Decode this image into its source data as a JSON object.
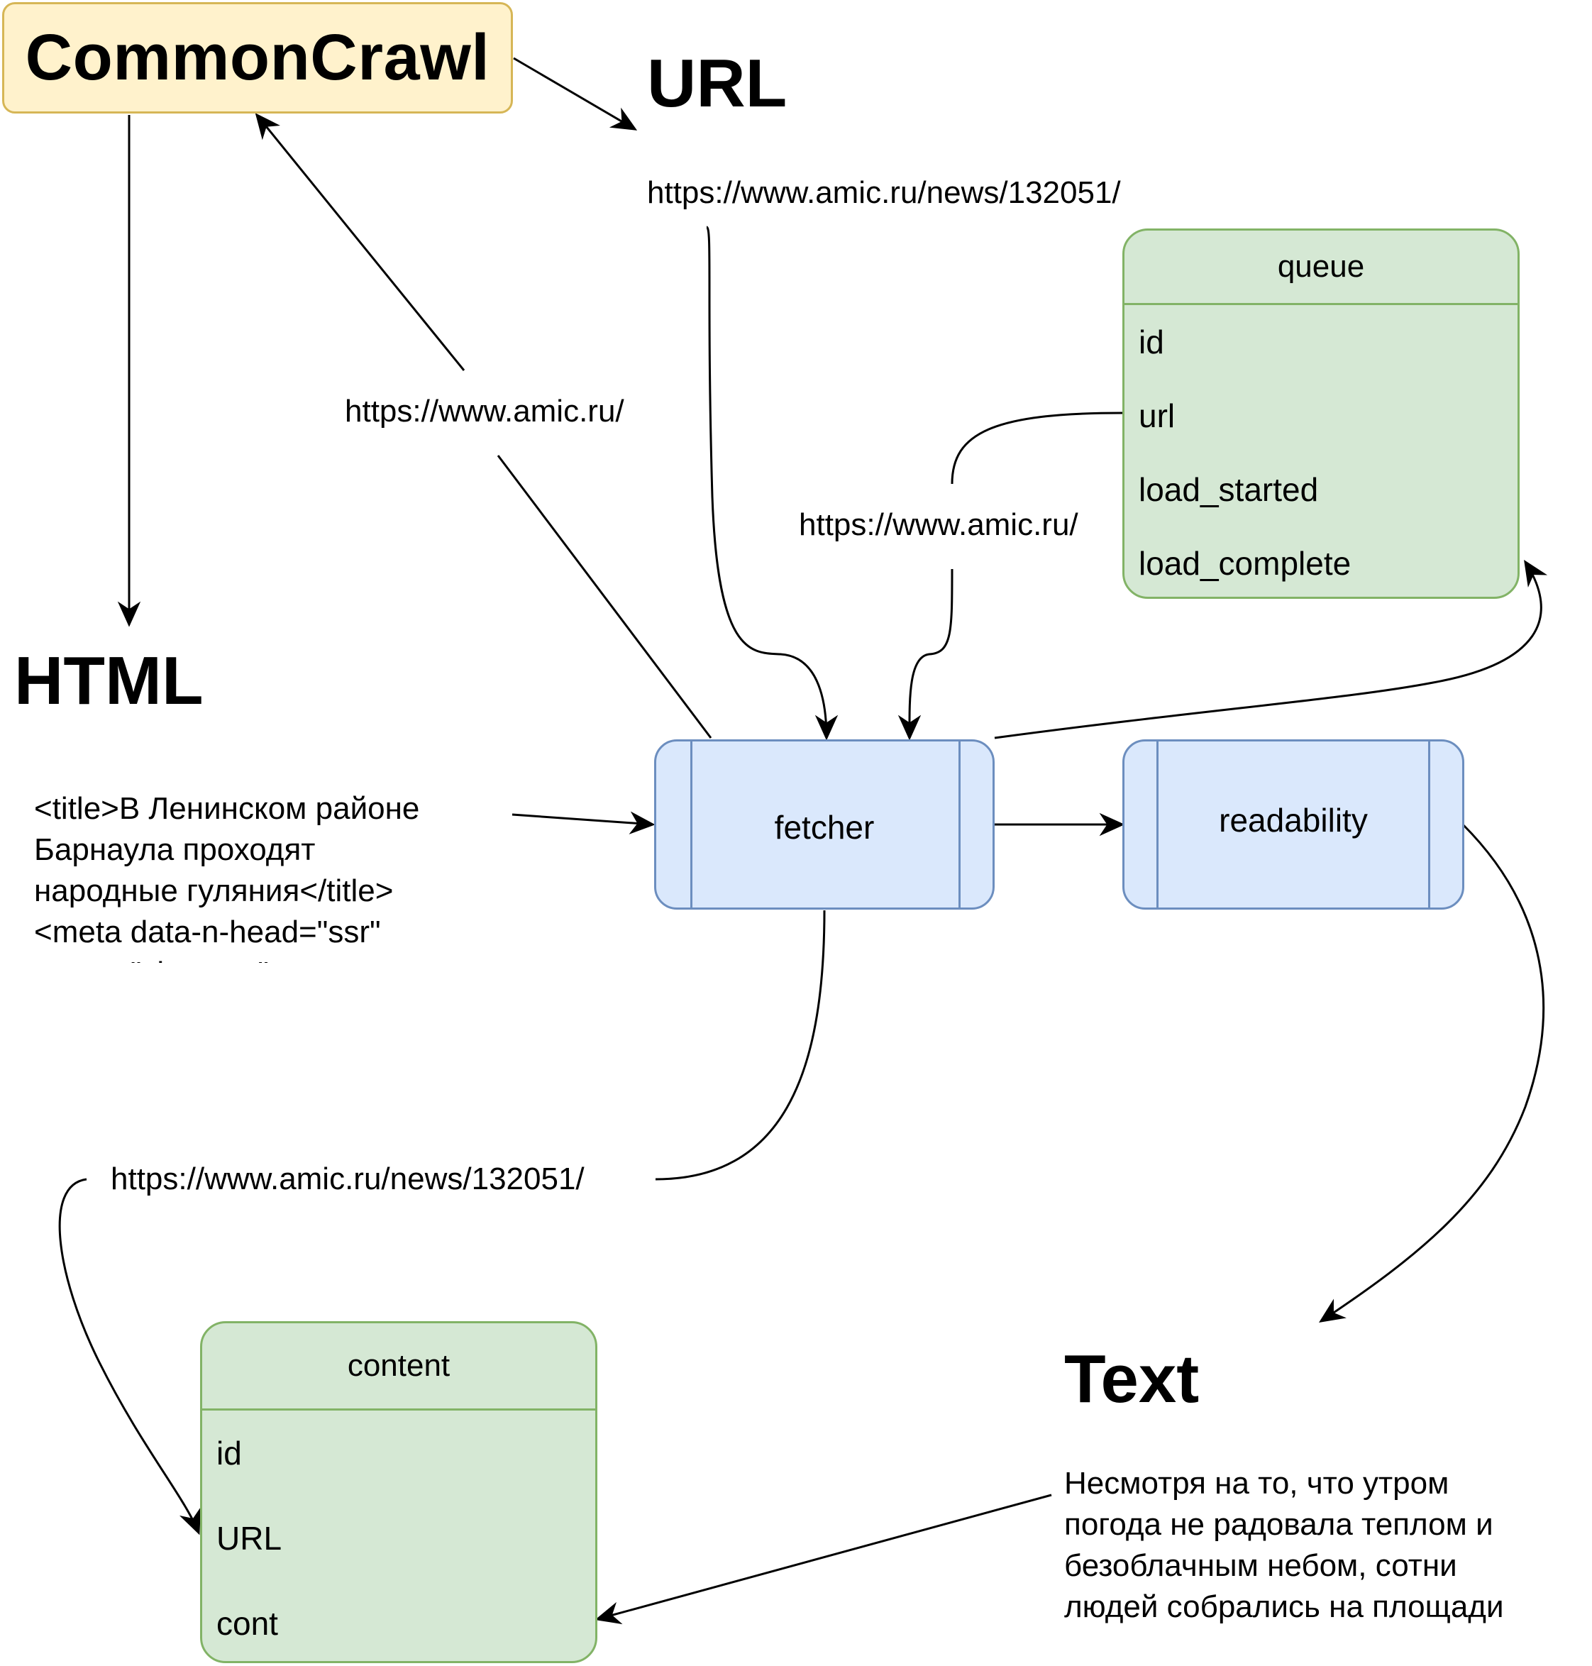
{
  "nodes": {
    "commoncrawl": "CommonCrawl",
    "url_heading": "URL",
    "url_value": "https://www.amic.ru/news/132051/",
    "html_heading": "HTML",
    "html_snippet_lines": [
      "<title>В Ленинском районе",
      "Барнаула проходят",
      "народные гуляния</title>",
      "<meta data-n-head=\"ssr\"",
      "name=\"viewport\""
    ],
    "fetcher": "fetcher",
    "readability": "readability",
    "text_heading": "Text",
    "text_snippet_lines": [
      "Несмотря на то, что утром",
      "погода не радовала теплом и",
      "безоблачным небом, сотни",
      "людей собрались на площади"
    ]
  },
  "edge_labels": {
    "fetcher_to_commoncrawl": "https://www.amic.ru/",
    "queue_to_fetcher": "https://www.amic.ru/",
    "fetcher_to_content": "https://www.amic.ru/news/132051/"
  },
  "queue_table": {
    "title": "queue",
    "fields": [
      "id",
      "url",
      "load_started",
      "load_complete"
    ]
  },
  "content_table": {
    "title": "content",
    "fields": [
      "id",
      "URL",
      "cont"
    ]
  },
  "colors": {
    "commoncrawl_fill": "#fff2cc",
    "commoncrawl_stroke": "#d6b656",
    "table_fill": "#d5e8d4",
    "table_stroke": "#82b366",
    "process_fill": "#dae8fc",
    "process_stroke": "#6c8ebf"
  }
}
